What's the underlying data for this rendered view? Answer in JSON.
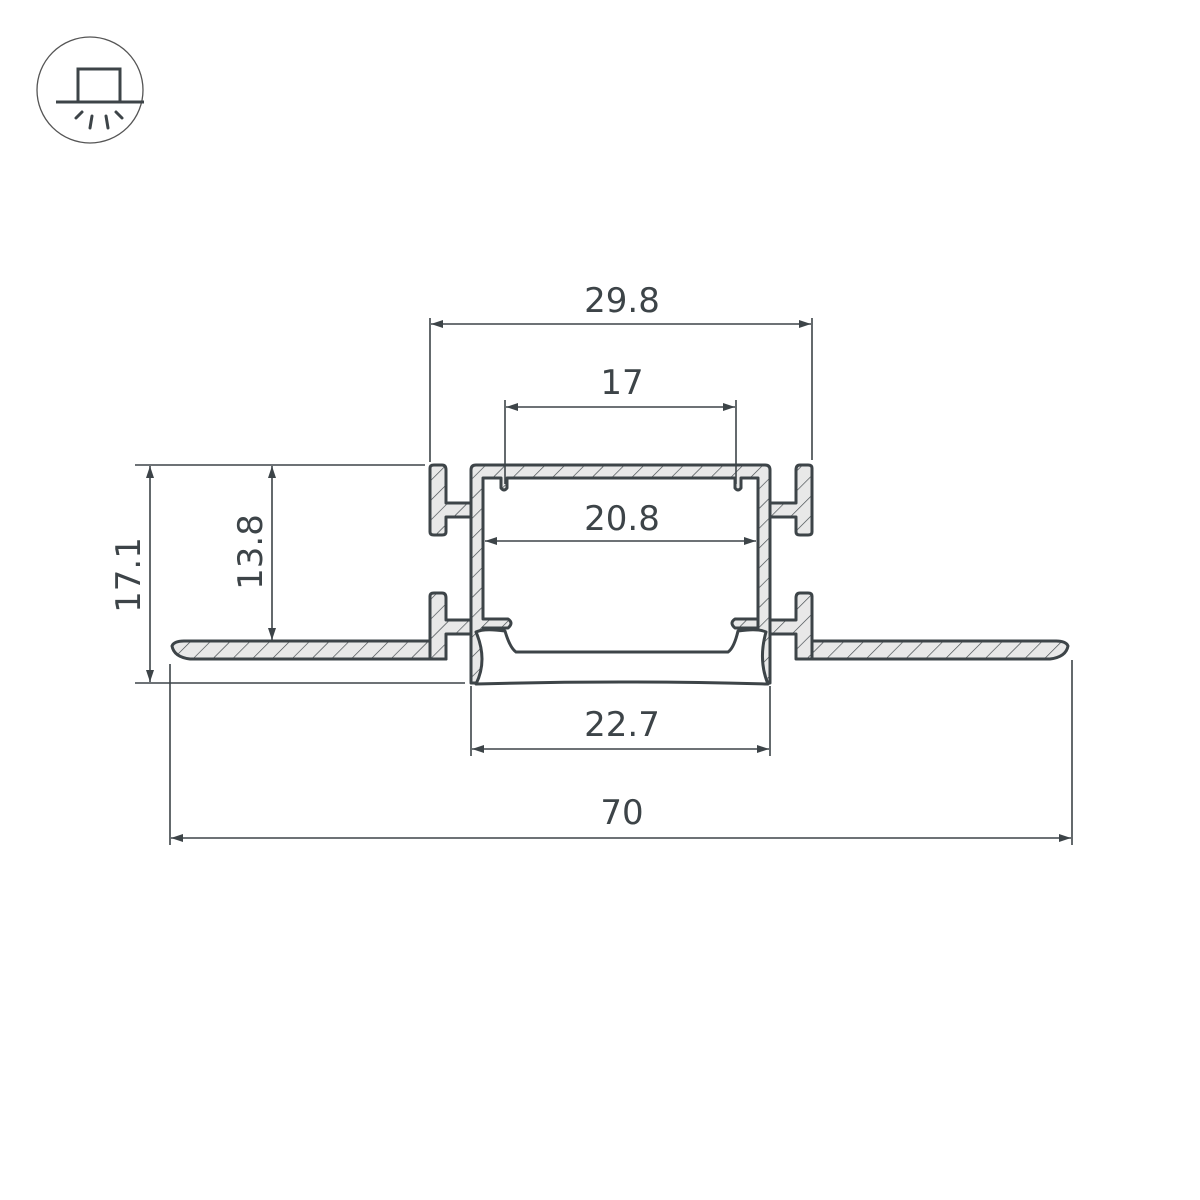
{
  "icon": {
    "name": "recessed-ceiling-mount-icon"
  },
  "colors": {
    "line": "#3d4448",
    "fill": "#e8e8e8"
  },
  "dimensions": {
    "overall_width": "70",
    "height": "17.1",
    "inner_height": "13.8",
    "channel_outer_width": "29.8",
    "top_opening": "17",
    "inner_width": "20.8",
    "diffuser_width": "22.7"
  }
}
